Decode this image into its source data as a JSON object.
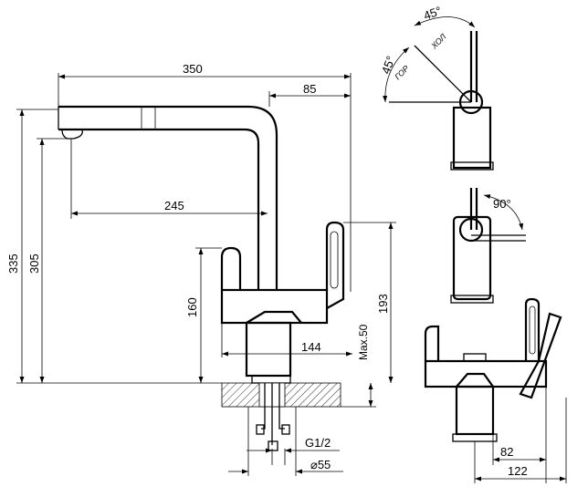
{
  "dimensions": {
    "total_reach": "350",
    "spout_offset": "85",
    "spout_reach": "245",
    "total_height": "335",
    "spout_height": "305",
    "body_height": "160",
    "max_height": "193",
    "base_width": "144",
    "max_thickness": "Max.50",
    "thread": "G1/2",
    "hole_diameter": "⌀55",
    "side_depth": "82",
    "side_total": "122"
  },
  "angles": {
    "top_angle": "45°",
    "left_angle": "45°",
    "rotation": "90°"
  },
  "tags": {
    "cold": "ХОЛ",
    "hot": "ГОР"
  }
}
